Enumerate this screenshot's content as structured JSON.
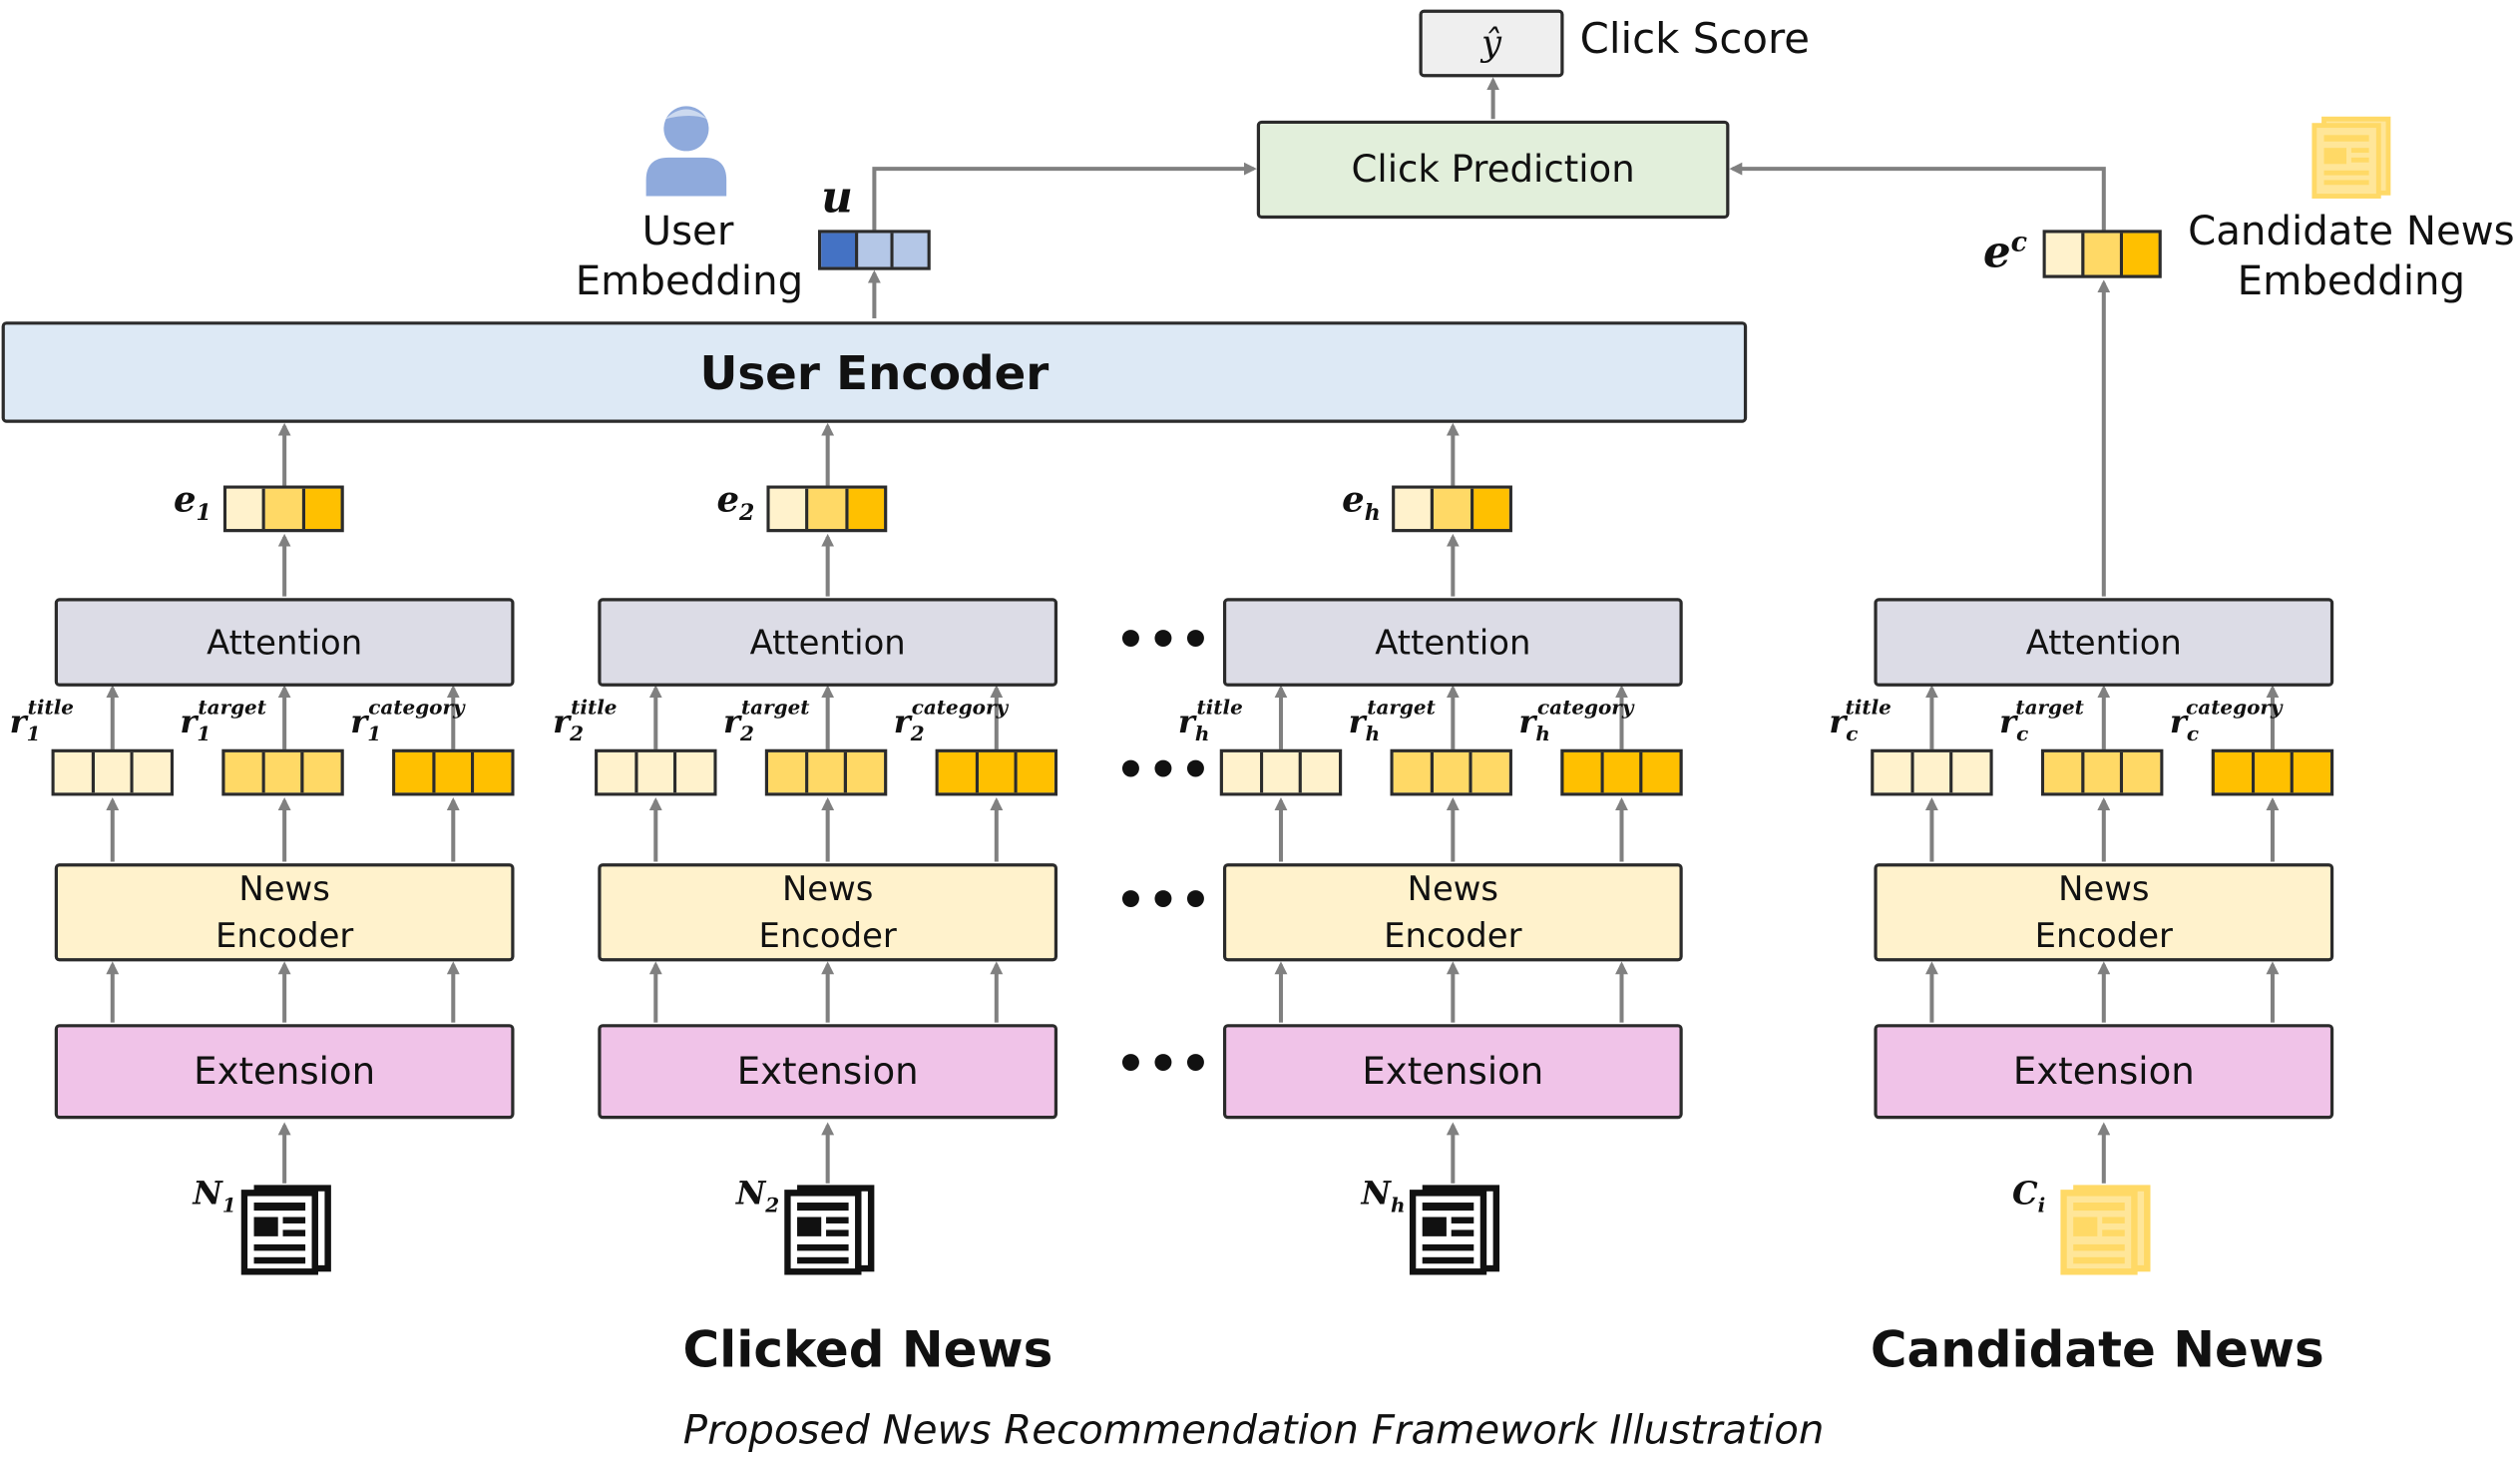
{
  "top": {
    "y_hat": "ŷ",
    "click_score": "Click Score",
    "click_prediction": "Click Prediction"
  },
  "user": {
    "embedding_label_line1": "User",
    "embedding_label_line2": "Embedding",
    "u_symbol": "u",
    "encoder_label": "User Encoder"
  },
  "candidate": {
    "embedding_label_line1": "Candidate News",
    "embedding_label_line2": "Embedding",
    "ec_base": "e",
    "ec_sup": "c",
    "section_title": "Candidate News",
    "input_base": "C",
    "input_sub": "i",
    "r_sub": "c"
  },
  "block": {
    "attention": "Attention",
    "news_encoder_line1": "News",
    "news_encoder_line2": "Encoder",
    "extension": "Extension",
    "r_base": "r",
    "r_title_sup": "title",
    "r_target_sup": "target",
    "r_category_sup": "category"
  },
  "columns": [
    {
      "e_base": "e",
      "e_sub": "1",
      "r_sub": "1",
      "n_base": "N",
      "n_sub": "1"
    },
    {
      "e_base": "e",
      "e_sub": "2",
      "r_sub": "2",
      "n_base": "N",
      "n_sub": "2"
    },
    {
      "e_base": "e",
      "e_sub": "h",
      "r_sub": "h",
      "n_base": "N",
      "n_sub": "h"
    }
  ],
  "ellipsis": "•••",
  "sections": {
    "clicked_news": "Clicked News"
  },
  "caption": "Proposed News Recommendation Framework Illustration",
  "colors": {
    "attention": "#dcdce6",
    "news_encoder": "#fff2cc",
    "extension": "#f0c3e8",
    "user_encoder": "#dde9f5",
    "click_prediction": "#e2efdb",
    "yellow_light": "#fff2cc",
    "yellow_mid": "#ffd966",
    "yellow_dark": "#ffc000",
    "blue_dark": "#4472c4",
    "blue_light": "#b4c7e7",
    "arrow": "#808080"
  },
  "icons": {
    "user": "person-icon",
    "clicked_news": "newspaper-icon",
    "candidate_news": "newspaper-icon"
  }
}
